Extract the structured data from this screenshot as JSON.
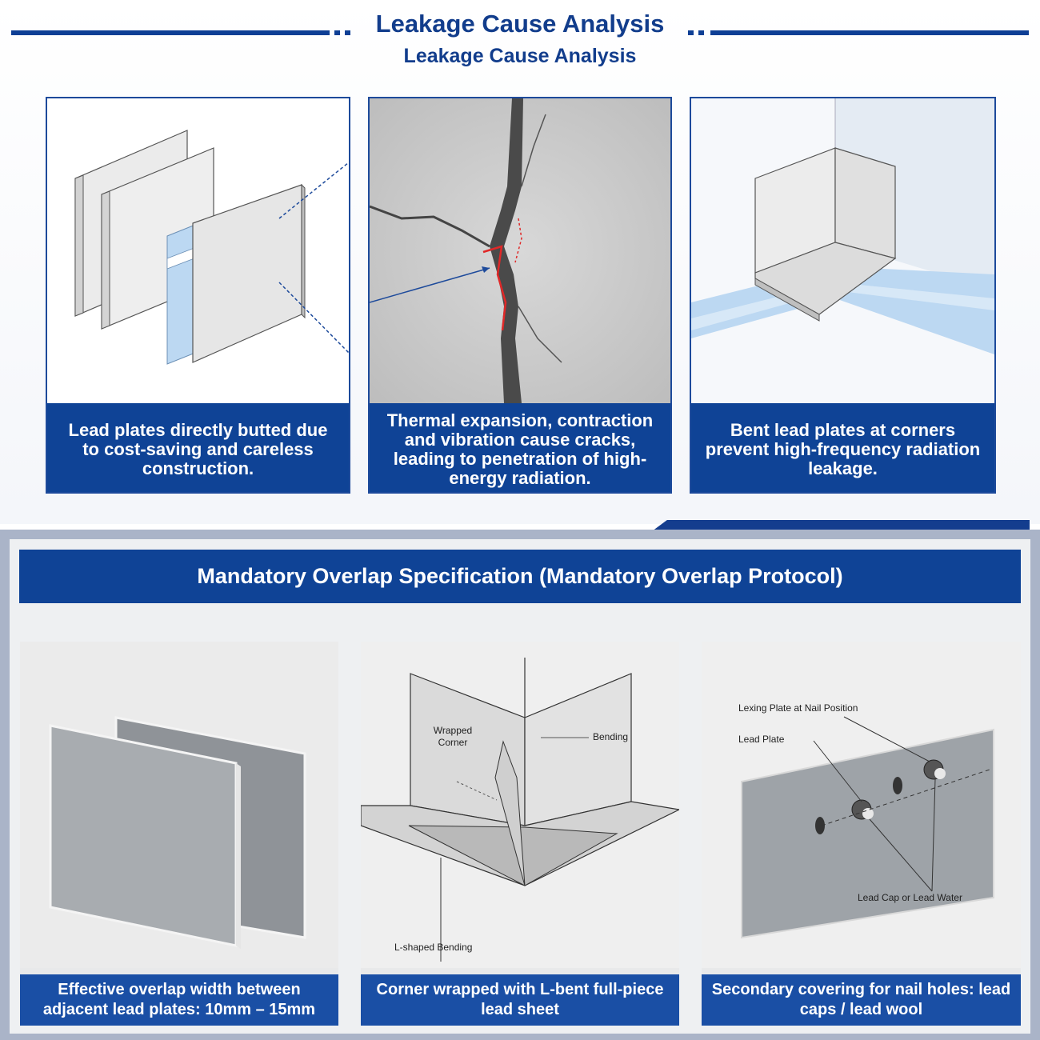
{
  "header": {
    "title": "Leakage Cause Analysis",
    "subtitle": "Leakage Cause Analysis"
  },
  "causes": [
    {
      "caption": "Lead plates directly butted due to cost-saving and careless construction."
    },
    {
      "caption": "Thermal expansion, contraction and vibration cause cracks, leading to penetration of high-energy radiation."
    },
    {
      "caption": "Bent lead plates at corners prevent high-frequency radiation leakage."
    }
  ],
  "protocol": {
    "banner": "Mandatory Overlap Specification (Mandatory Overlap Protocol)",
    "panels": [
      {
        "caption": "Effective overlap width between adjacent lead plates: 10mm – 15mm"
      },
      {
        "caption": "Corner wrapped with L-bent full-piece lead sheet",
        "labels": {
          "wrapped_corner": "Wrapped Corner",
          "bending": "Bending",
          "l_shaped": "L-shaped Bending"
        }
      },
      {
        "caption": "Secondary covering for nail holes: lead caps / lead wool",
        "labels": {
          "lexing": "Lexing Plate at Nail Position",
          "lead_plate": "Lead Plate",
          "lead_cap": "Lead Cap or Lead Water"
        }
      }
    ]
  },
  "colors": {
    "brand_blue": "#0f4396",
    "crack_red": "#e02828",
    "pale_blue": "#bcd8f2"
  }
}
